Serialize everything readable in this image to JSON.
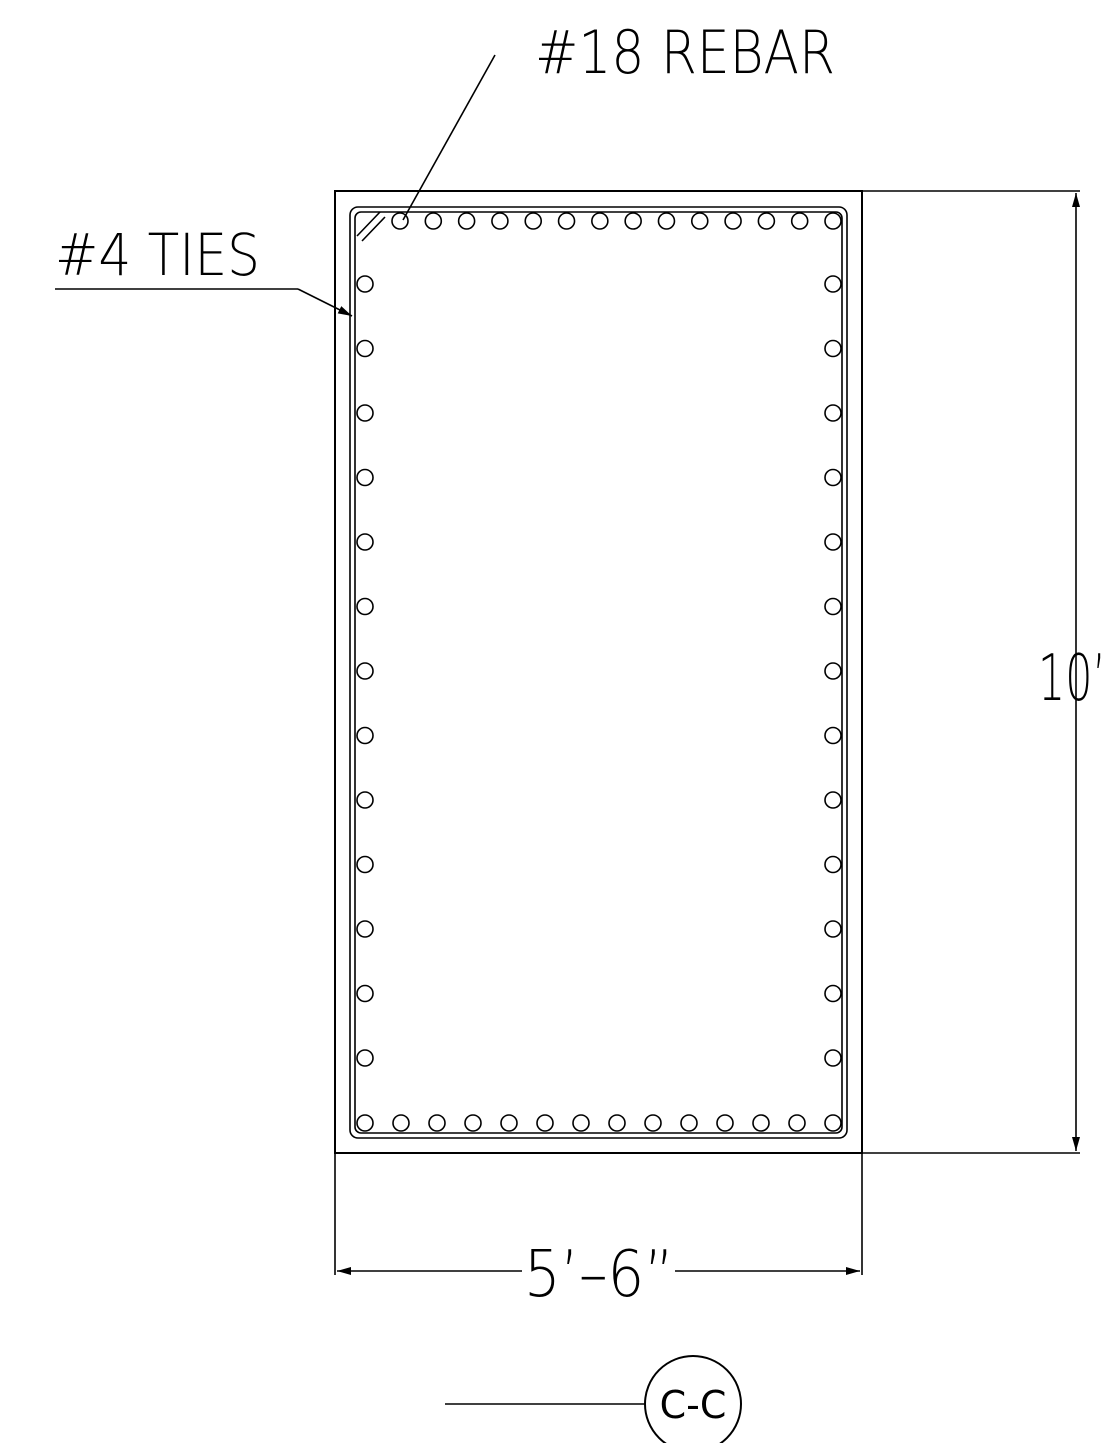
{
  "labels": {
    "rebar": "#18 REBAR",
    "ties": "#4 TIES",
    "height_dim": "10’",
    "width_dim": "5’–6”",
    "section_tag": "C-C"
  },
  "reinforcement": {
    "top_row_bars": 14,
    "bottom_row_bars": 14,
    "left_column_bars": 13,
    "right_column_bars": 13
  },
  "colors": {
    "ink": "#000000",
    "paper": "#ffffff"
  }
}
